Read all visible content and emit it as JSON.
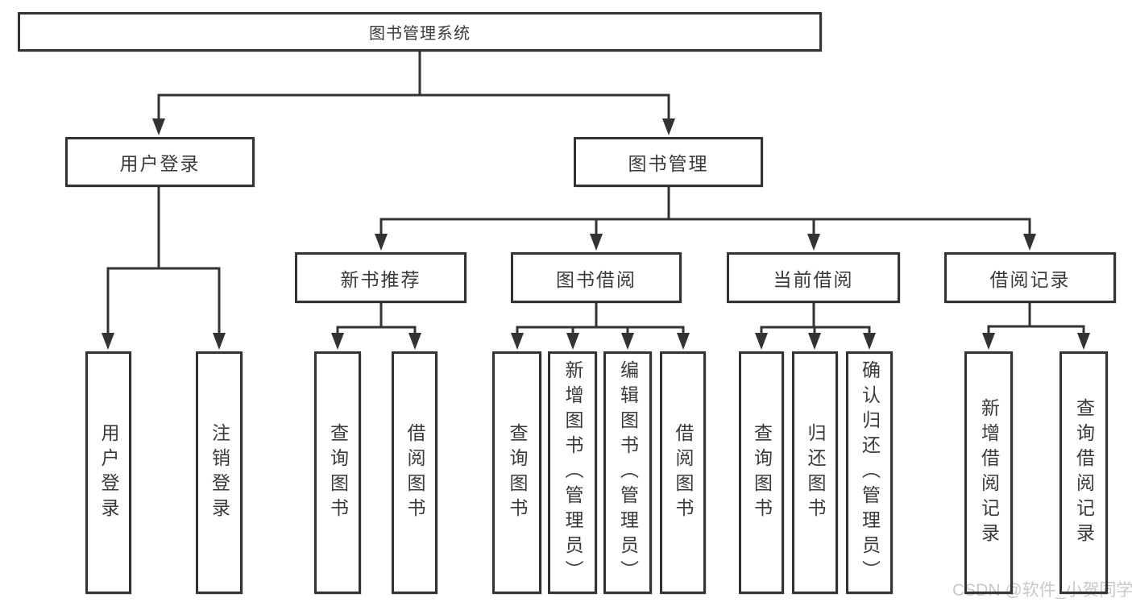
{
  "tree": {
    "label": "图书管理系统",
    "children": [
      {
        "label": "用户登录",
        "children": [
          {
            "label": "用户登录"
          },
          {
            "label": "注销登录"
          }
        ]
      },
      {
        "label": "图书管理",
        "children": [
          {
            "label": "新书推荐",
            "children": [
              {
                "label": "查询图书"
              },
              {
                "label": "借阅图书"
              }
            ]
          },
          {
            "label": "图书借阅",
            "children": [
              {
                "label": "查询图书"
              },
              {
                "label": "新增图书（管理员）"
              },
              {
                "label": "编辑图书（管理员）"
              },
              {
                "label": "借阅图书"
              }
            ]
          },
          {
            "label": "当前借阅",
            "children": [
              {
                "label": "查询图书"
              },
              {
                "label": "归还图书"
              },
              {
                "label": "确认归还（管理员）"
              }
            ]
          },
          {
            "label": "借阅记录",
            "children": [
              {
                "label": "新增借阅记录"
              },
              {
                "label": "查询借阅记录"
              }
            ]
          }
        ]
      }
    ]
  },
  "watermark": "CSDN @软件_小贺同学",
  "colors": {
    "line": "#333333",
    "text": "#3a3a3a",
    "watermark": "#c8c8c8",
    "background": "#ffffff"
  }
}
